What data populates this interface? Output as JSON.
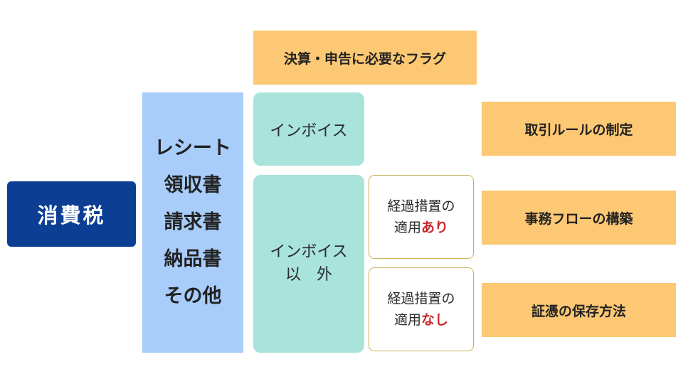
{
  "colors": {
    "navy": "#0c3f94",
    "light_blue": "#a8cdfa",
    "orange": "#fcc873",
    "teal": "#a8e3dc",
    "red": "#c8272b"
  },
  "shohizei": "消費税",
  "documents": [
    "レシート",
    "領収書",
    "請求書",
    "納品書",
    "その他"
  ],
  "flag_header": "決算・申告に必要なフラグ",
  "invoice": "インボイス",
  "invoice_other": {
    "line1": "インボイス",
    "line2": "以　外"
  },
  "transition_yes": {
    "line1": "経過措置の",
    "prefix": "適用",
    "highlight": "あり"
  },
  "transition_no": {
    "line1": "経過措置の",
    "prefix": "適用",
    "highlight": "なし"
  },
  "right_boxes": [
    "取引ルールの制定",
    "事務フローの構築",
    "証憑の保存方法"
  ]
}
